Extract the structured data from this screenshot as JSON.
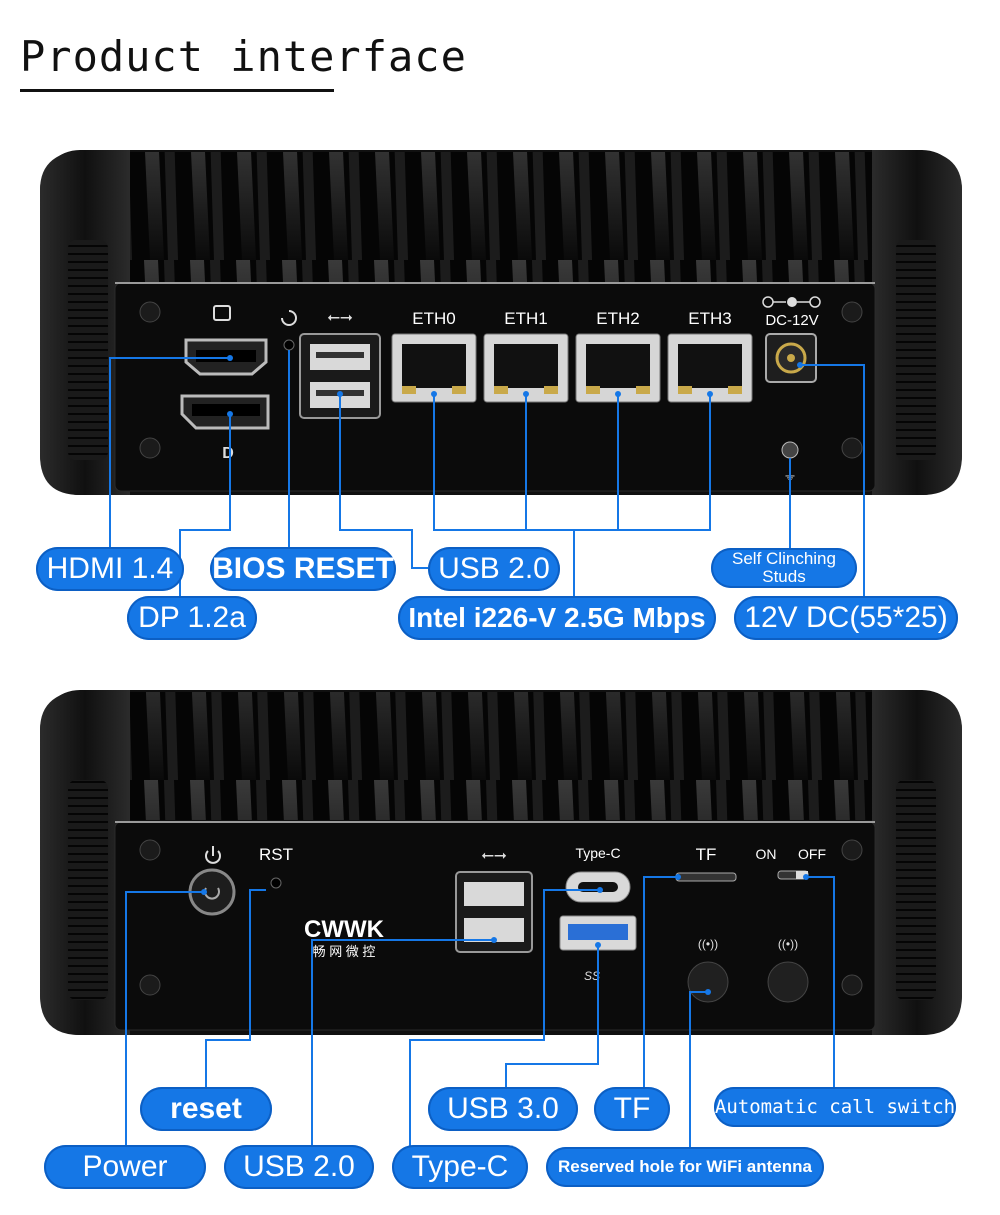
{
  "page": {
    "title": "Product interface"
  },
  "top_panel": {
    "port_labels": {
      "eth0": "ETH0",
      "eth1": "ETH1",
      "eth2": "ETH2",
      "eth3": "ETH3",
      "dc": "DC-12V"
    },
    "callouts": {
      "hdmi": "HDMI 1.4",
      "dp": "DP 1.2a",
      "bios_reset": "BIOS RESET",
      "usb2": "USB 2.0",
      "ethernet": "Intel i226-V 2.5G Mbps",
      "studs": "Self Clinching Studs",
      "dc_power": "12V DC(55*25)"
    }
  },
  "bottom_panel": {
    "port_labels": {
      "rst": "RST",
      "typec": "Type-C",
      "tf": "TF",
      "on": "ON",
      "off": "OFF",
      "brand": "CWWK",
      "brand_cn": "畅 网 微 控",
      "ss": "SS"
    },
    "callouts": {
      "reset": "reset",
      "power": "Power",
      "usb2": "USB 2.0",
      "usb3": "USB 3.0",
      "tf": "TF",
      "typec": "Type-C",
      "auto_switch": "Automatic call switch",
      "wifi_hole": "Reserved hole for WiFi antenna"
    }
  },
  "colors": {
    "accent": "#1577e6",
    "chassis": "#141414",
    "panel": "#0b0b0b"
  }
}
